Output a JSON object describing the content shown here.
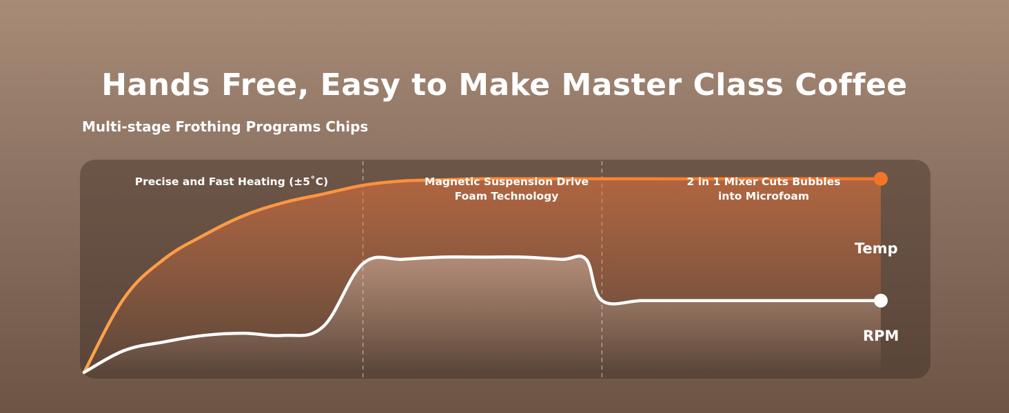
{
  "header": {
    "title": "Hands Free, Easy to Make Master Class Coffee",
    "subtitle": "Multi-stage Frothing Programs Chips"
  },
  "stages": [
    {
      "label": "Precise and Fast Heating (±5˚C)"
    },
    {
      "label": "Magnetic Suspension Drive\nFoam Technology"
    },
    {
      "label": "2 in 1 Mixer Cuts Bubbles\ninto Microfoam"
    }
  ],
  "chart_data": {
    "type": "line",
    "title": "Hands Free, Easy to Make Master Class Coffee",
    "subtitle": "Multi-stage Frothing Programs Chips",
    "x_axis": {
      "range": [
        0,
        100
      ],
      "stage_boundaries": [
        35,
        65
      ],
      "tick_labels": false
    },
    "y_axis": {
      "range": [
        0,
        100
      ],
      "tick_labels": false
    },
    "grid": false,
    "x": [
      0,
      5,
      10,
      15,
      20,
      25,
      30,
      35,
      40,
      45,
      50,
      55,
      60,
      63,
      65,
      70,
      75,
      80,
      85,
      90,
      95,
      100
    ],
    "series": [
      {
        "name": "Temp",
        "color": "#f4742a",
        "color_start": "#ffa24a",
        "values": [
          0,
          34,
          52,
          63,
          72,
          78,
          82,
          86,
          88,
          88.5,
          89,
          89,
          89,
          89,
          89,
          89,
          89,
          89,
          89,
          89,
          89,
          89
        ],
        "end_marker": true
      },
      {
        "name": "RPM",
        "color": "#ffffff",
        "values": [
          0,
          10,
          14,
          17,
          18,
          17,
          21,
          50,
          52,
          53,
          53,
          53,
          52,
          52,
          33,
          33,
          33,
          33,
          33,
          33,
          33,
          33
        ],
        "end_marker": true
      }
    ],
    "legend": "series labels at right end of lines"
  }
}
